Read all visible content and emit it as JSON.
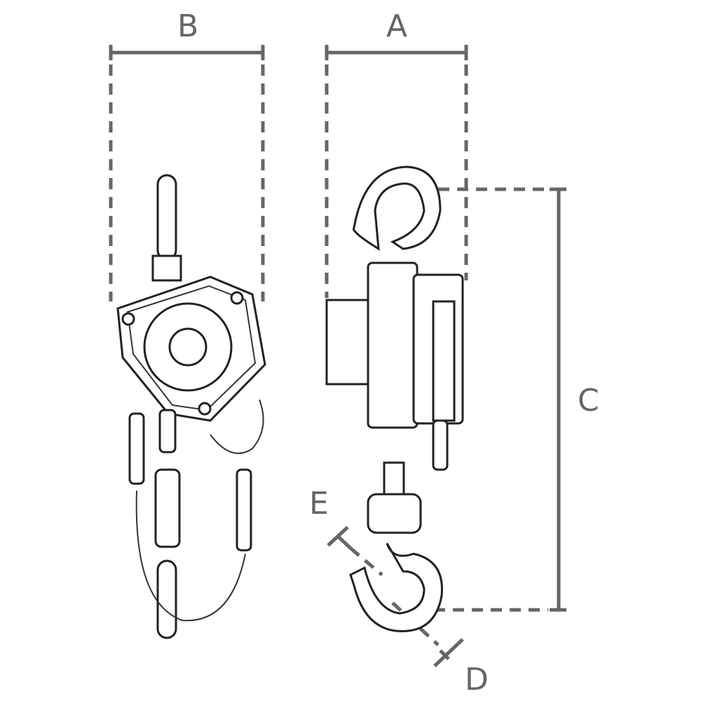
{
  "labels": {
    "a": "A",
    "b": "B",
    "c": "C",
    "d": "D",
    "e": "E"
  },
  "colors": {
    "dimension": "#666666",
    "drawing": "#222222"
  }
}
